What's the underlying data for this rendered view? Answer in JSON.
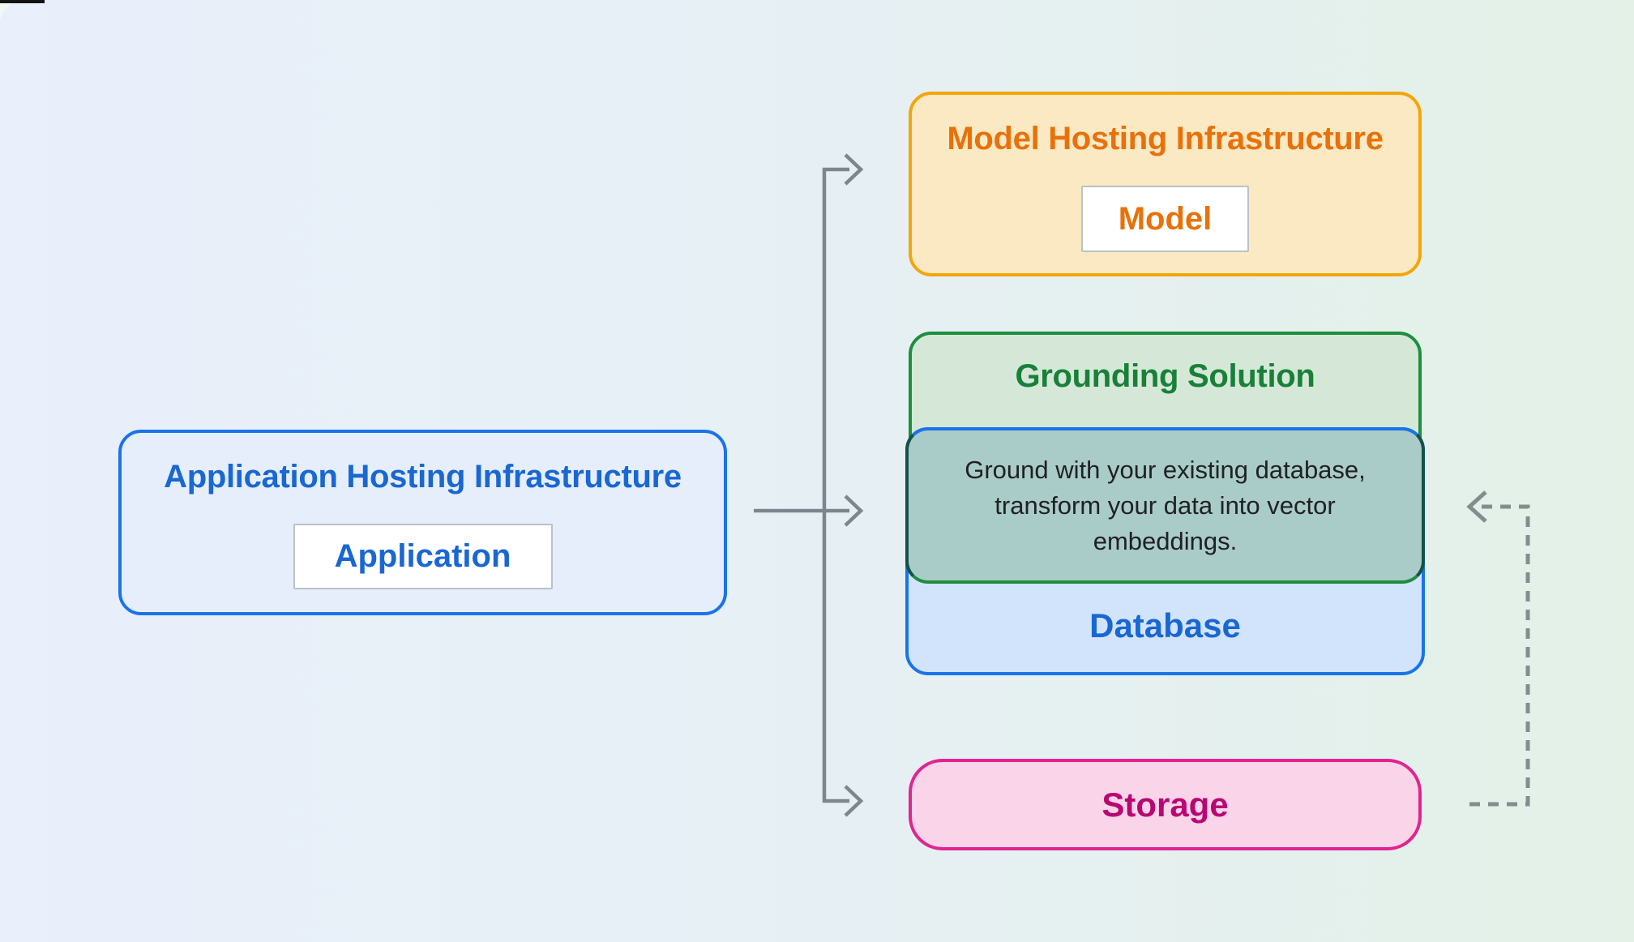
{
  "diagram": {
    "application": {
      "title": "Application Hosting Infrastructure",
      "chip": "Application"
    },
    "model": {
      "title": "Model Hosting Infrastructure",
      "chip": "Model"
    },
    "grounding": {
      "title": "Grounding Solution",
      "lines": [
        "Ground with your existing database,",
        "transform your data into vector",
        "embeddings."
      ]
    },
    "database": {
      "label": "Database"
    },
    "storage": {
      "label": "Storage"
    }
  },
  "colors": {
    "blue_border": "#1A73E8",
    "blue_text": "#1967D2",
    "blue_fill": "#E6EEFB",
    "lightblue_fill": "#D2E3FC",
    "green_border": "#1E8E3E",
    "green_text": "#188038",
    "green_fill": "#D5E8D7",
    "teal_fill": "#A9CCC8",
    "teal_side_border": "#145147",
    "orange_border": "#F2A60A",
    "orange_text": "#E8710A",
    "orange_fill": "#FAE9C3",
    "pink_border": "#E02490",
    "pink_text": "#B80672",
    "pink_fill": "#FAD4E8",
    "arrow": "#7D858D",
    "dashed_arrow": "#848D8E",
    "description_text": "#202124",
    "chip_border": "#BDC1C6",
    "bg_left": "#E9EFFB",
    "bg_mid": "#E6F0F4",
    "bg_right": "#E3F1E7"
  },
  "icons": {
    "solid_arrows": "right-chevron-arrow-connector",
    "dashed_arrow": "left-chevron-dashed-feedback-arrow"
  }
}
